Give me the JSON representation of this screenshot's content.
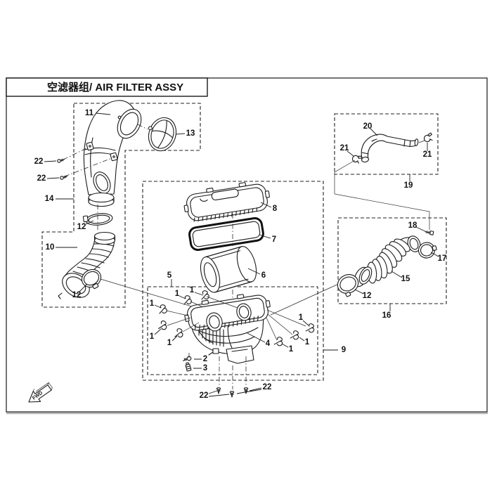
{
  "page": {
    "title": "空滤器组/ AIR FILTER ASSY"
  },
  "direction_marker": {
    "label": "FWD"
  },
  "colors": {
    "line": "#1a1a1a",
    "background": "#ffffff"
  },
  "callout_labels": {
    "p11": "11",
    "p13": "13",
    "p22a": "22",
    "p22b": "22",
    "p14": "14",
    "p12a": "12",
    "p10": "10",
    "p12b": "12",
    "p5": "5",
    "p8": "8",
    "p7": "7",
    "p6": "6",
    "p9": "9",
    "p4": "4",
    "p1a": "1",
    "p1b": "1",
    "p1c": "1",
    "p1d": "1",
    "p1e": "1",
    "p1f": "1",
    "p1g": "1",
    "p1h": "1",
    "p2": "2",
    "p3": "3",
    "p22c": "22",
    "p22d": "22",
    "p20": "20",
    "p21a": "21",
    "p21b": "21",
    "p19": "19",
    "p18": "18",
    "p17": "17",
    "p15": "15",
    "p12c": "12",
    "p16": "16"
  }
}
